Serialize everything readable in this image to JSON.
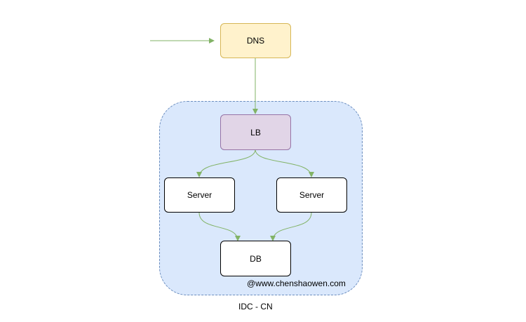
{
  "diagram": {
    "region": {
      "label": "IDC - CN",
      "fill": "#dae8fc",
      "stroke": "#6c8ebf"
    },
    "nodes": {
      "dns": {
        "label": "DNS",
        "fill": "#fff2cc",
        "stroke": "#d6b656"
      },
      "lb": {
        "label": "LB",
        "fill": "#e1d5e7",
        "stroke": "#9673a6"
      },
      "server_left": {
        "label": "Server",
        "fill": "#ffffff",
        "stroke": "#000000"
      },
      "server_right": {
        "label": "Server",
        "fill": "#ffffff",
        "stroke": "#000000"
      },
      "db": {
        "label": "DB",
        "fill": "#ffffff",
        "stroke": "#000000"
      }
    },
    "edge_color": "#82b366",
    "watermark": "@www.chenshaowen.com"
  }
}
